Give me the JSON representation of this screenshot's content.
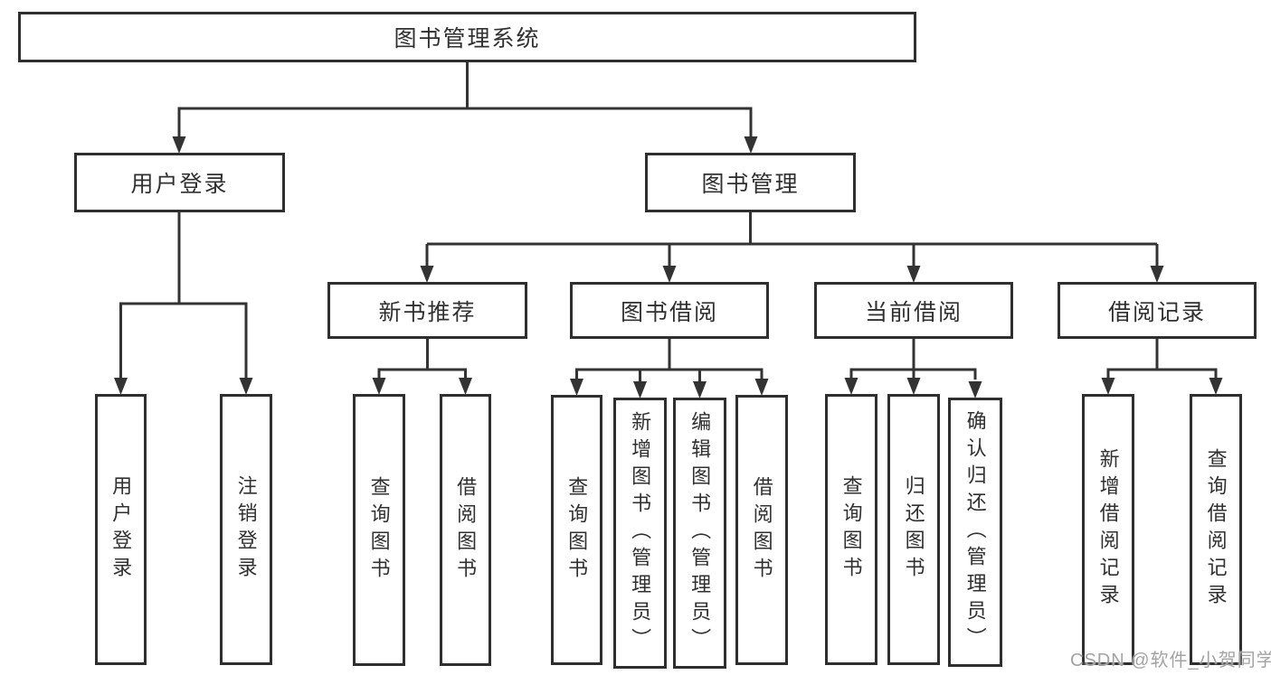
{
  "tree": {
    "label": "图书管理系统",
    "children": [
      {
        "label": "用户登录",
        "children": [
          {
            "label": "用户登录"
          },
          {
            "label": "注销登录"
          }
        ]
      },
      {
        "label": "图书管理",
        "children": [
          {
            "label": "新书推荐",
            "children": [
              {
                "label": "查询图书"
              },
              {
                "label": "借阅图书"
              }
            ]
          },
          {
            "label": "图书借阅",
            "children": [
              {
                "label": "查询图书"
              },
              {
                "label": "新增图书（管理员）"
              },
              {
                "label": "编辑图书（管理员）"
              },
              {
                "label": "借阅图书"
              }
            ]
          },
          {
            "label": "当前借阅",
            "children": [
              {
                "label": "查询图书"
              },
              {
                "label": "归还图书"
              },
              {
                "label": "确认归还（管理员）"
              }
            ]
          },
          {
            "label": "借阅记录",
            "children": [
              {
                "label": "新增借阅记录"
              },
              {
                "label": "查询借阅记录"
              }
            ]
          }
        ]
      }
    ]
  },
  "watermark": {
    "text": "CSDN @软件_小贺同学"
  },
  "colors": {
    "line": "#333333",
    "box_border": "#2f2f2f",
    "text": "#303030",
    "watermark": "#a3a3a3",
    "background": "#ffffff"
  }
}
